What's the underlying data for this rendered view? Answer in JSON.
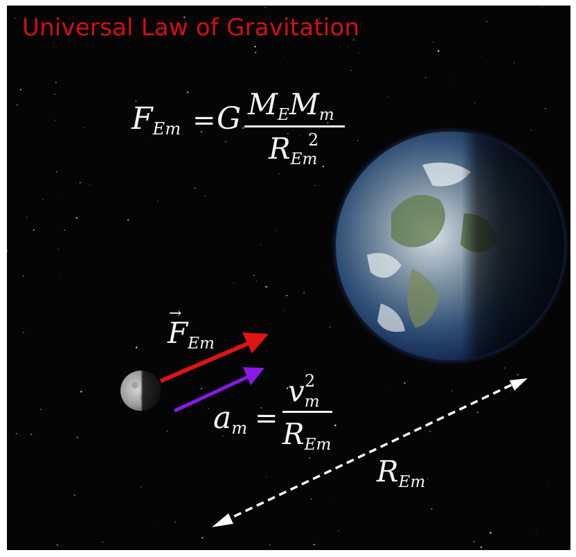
{
  "title": "Universal Law of Gravitation",
  "force_equation": {
    "lhs": "F",
    "lhs_sub": "Em",
    "equals": "=",
    "constant": "G",
    "num_m1": "M",
    "num_m1_sub": "E",
    "num_m2": "M",
    "num_m2_sub": "m",
    "den": "R",
    "den_sub": "Em",
    "den_sup": "2"
  },
  "force_vector_label": {
    "symbol": "F",
    "sub": "Em",
    "arrow": "→"
  },
  "accel_equation": {
    "lhs": "a",
    "lhs_sub": "m",
    "equals": "=",
    "num": "v",
    "num_sub": "m",
    "num_sup": "2",
    "den": "R",
    "den_sub": "Em"
  },
  "distance_label": {
    "symbol": "R",
    "sub": "Em"
  },
  "colors": {
    "title": "#d40f14",
    "force_arrow": "#e01414",
    "accel_arrow": "#8a18e8",
    "distance_arrow": "#ffffff"
  }
}
